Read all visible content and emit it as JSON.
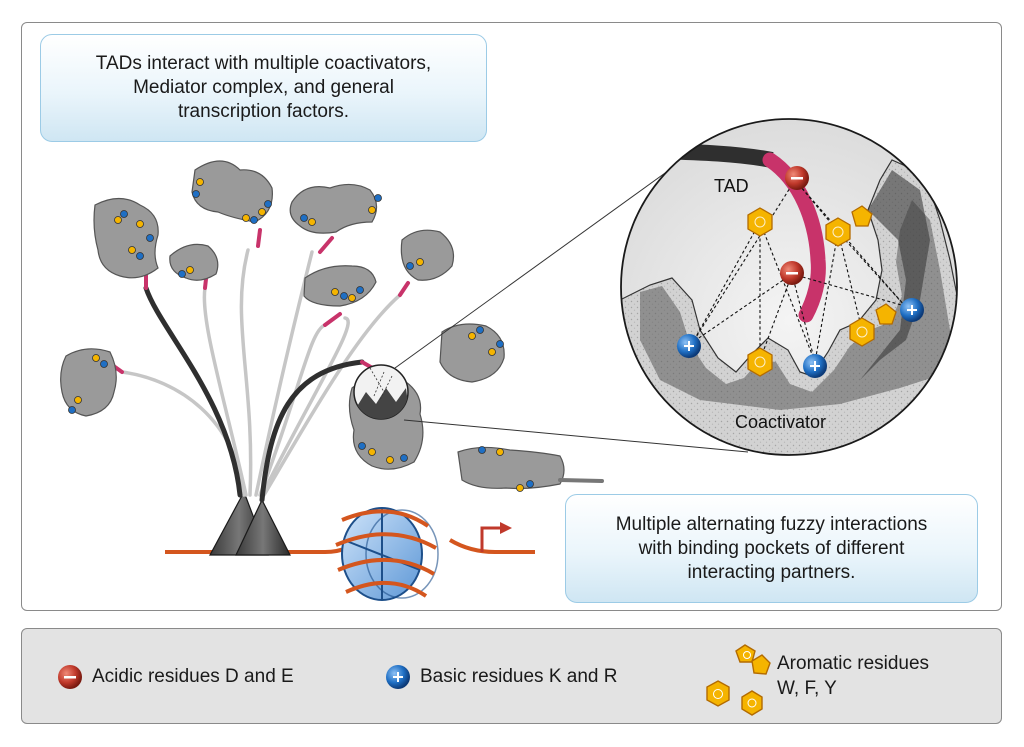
{
  "callouts": {
    "top": {
      "line1": "TADs interact with multiple coactivators,",
      "line2": "Mediator complex, and general",
      "line3": "transcription factors."
    },
    "bottom": {
      "line1": "Multiple alternating fuzzy interactions",
      "line2": "with binding pockets of different",
      "line3": "interacting partners."
    }
  },
  "zoom_labels": {
    "tad": "TAD",
    "coactivator": "Coactivator"
  },
  "legend": {
    "acidic": {
      "symbol": "−",
      "label": "Acidic residues D and E",
      "color": "#c0392b"
    },
    "basic": {
      "symbol": "+",
      "label": "Basic residues K and R",
      "color": "#1f6fc4"
    },
    "aromatic": {
      "line1": "Aromatic residues",
      "line2": "W, F, Y",
      "color": "#f5b400"
    }
  },
  "colors": {
    "tad_segment": "#c8336a",
    "dna": "#d4561e",
    "protein_gray": "#9a9a9a",
    "nucleosome": "#7fb3e6",
    "callout_border": "#9ccbe6"
  }
}
